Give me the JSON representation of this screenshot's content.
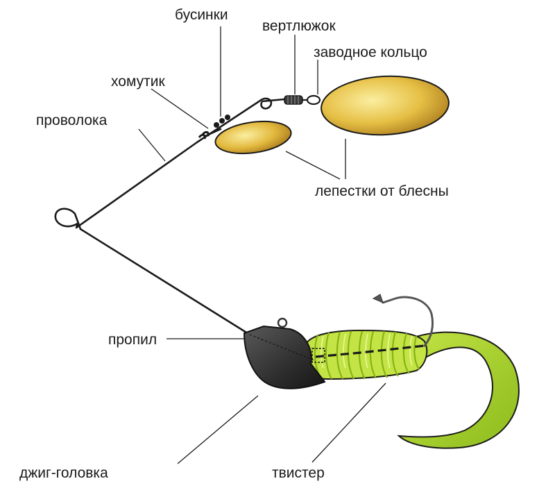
{
  "labels": {
    "beads": "бусинки",
    "swivel": "вертлюжок",
    "split_ring": "заводное кольцо",
    "clamp": "хомутик",
    "wire": "проволока",
    "blades": "лепестки от блесны",
    "cut": "пропил",
    "jig_head": "джиг-головка",
    "twister": "твистер"
  },
  "colors": {
    "gold_light": "#f6de6a",
    "gold_dark": "#a8781a",
    "twister_green": "#a6d12a",
    "twister_light": "#d4ee6a",
    "jig_head": "#2e2e2e",
    "line": "#1a1a1a"
  }
}
